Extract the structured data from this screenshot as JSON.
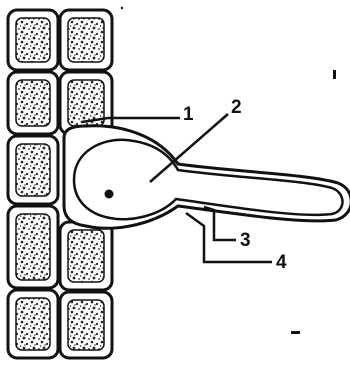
{
  "labels": [
    {
      "id": "label-1",
      "text": "1"
    },
    {
      "id": "label-2",
      "text": "2"
    },
    {
      "id": "label-3",
      "text": "3"
    },
    {
      "id": "label-4",
      "text": "4"
    }
  ],
  "colors": {
    "ink": "#111111",
    "speckle": "#222222",
    "background": "#ffffff"
  }
}
